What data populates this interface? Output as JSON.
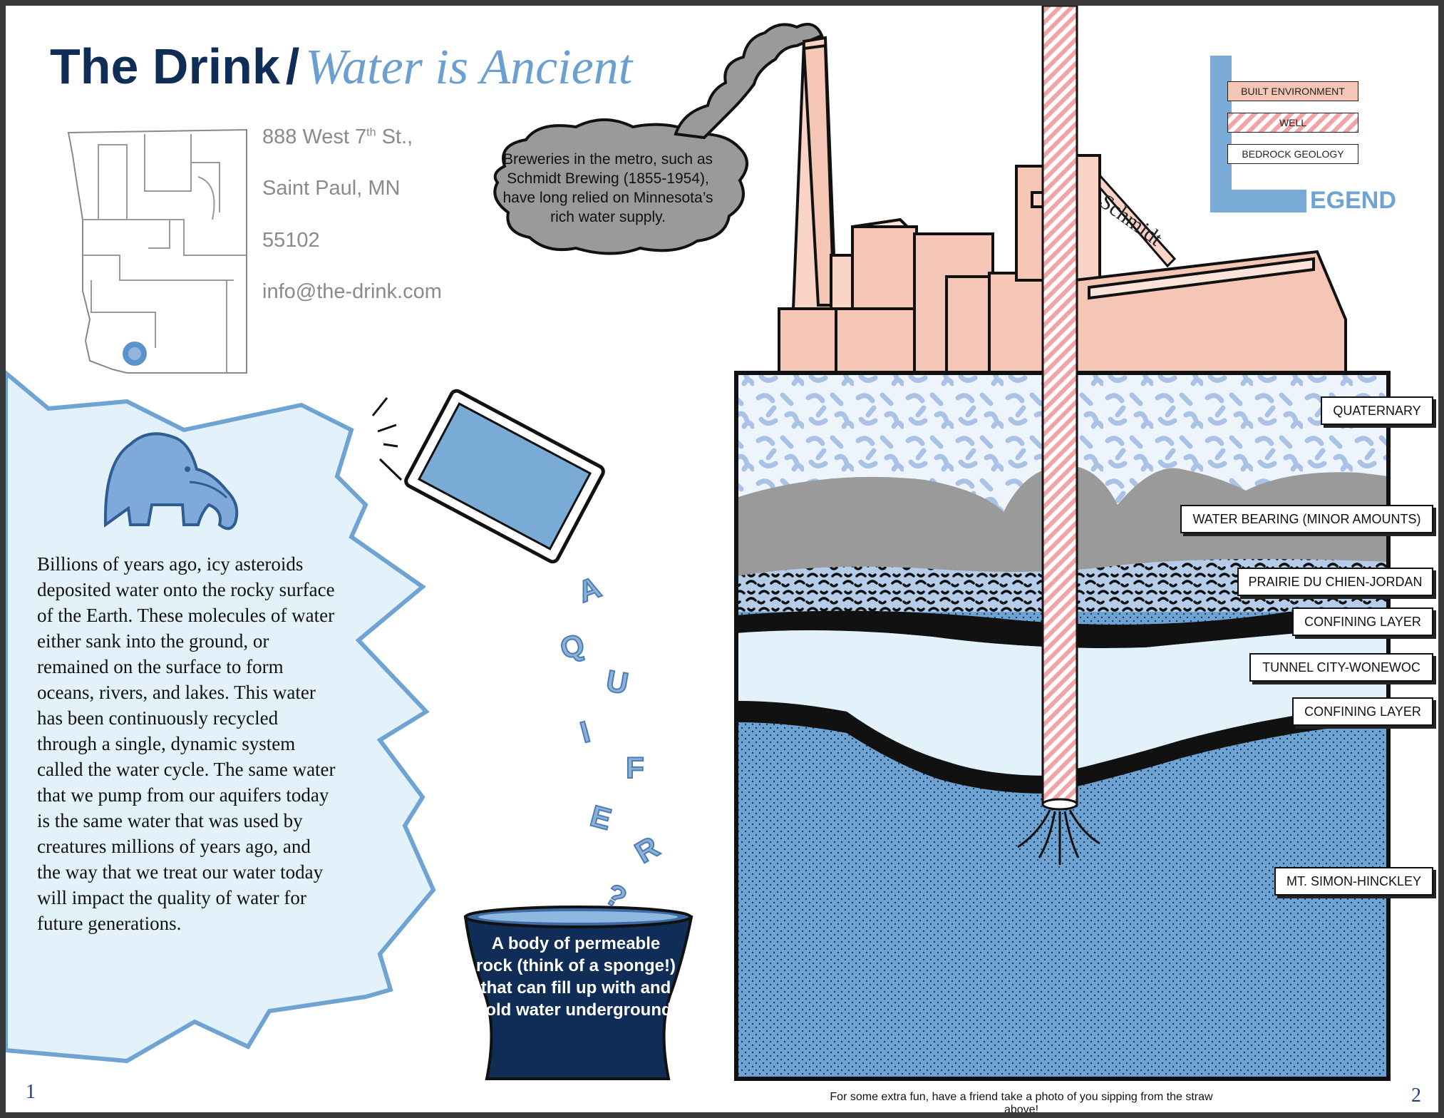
{
  "header": {
    "title_main": "The Drink",
    "title_slash": "/",
    "title_sub": "Water is Ancient"
  },
  "address": {
    "street_main": "888 West 7",
    "street_sup": "th",
    "street_end": " St.,",
    "city": "Saint Paul, MN",
    "zip": "55102",
    "email": "info@the-drink.com"
  },
  "smoke_bubble": "Breweries in the metro, such as Schmidt Brewing (1855-1954), have long relied on Minnesota’s rich water supply.",
  "story": "Billions of years ago, icy asteroids deposited water onto the rocky surface of the Earth. These molecules of water either sank into the ground, or remained on the surface to form oceans, rivers, and lakes. This water has been continuously recycled through a single, dynamic system called the water cycle. The same water that we pump from our aquifers today is the same water that was used by creatures millions of years ago, and the way that we treat our water today will impact the quality of water for future generations.",
  "aquifer_letters": [
    "A",
    "Q",
    "U",
    "I",
    "F",
    "E",
    "R",
    "?"
  ],
  "pot_definition": "A body of permeable rock (think of a sponge!) that can fill up with and hold water underground.",
  "building_sign": "Schmidt",
  "legend": {
    "title": "EGEND",
    "items": [
      "BUILT ENVIRONMENT",
      "WELL",
      "BEDROCK GEOLOGY"
    ],
    "colors": {
      "built": "#f5c5b5",
      "well": "#f4a8a8",
      "water": "#6fa3d2",
      "navy": "#0f2d57"
    }
  },
  "layers": [
    "QUATERNARY",
    "WATER BEARING (MINOR AMOUNTS)",
    "PRAIRIE DU CHIEN-JORDAN",
    "CONFINING LAYER",
    "TUNNEL CITY-WONEWOC",
    "CONFINING LAYER",
    "MT. SIMON-HINCKLEY"
  ],
  "footer": "For some extra fun, have a friend take a photo of you sipping from the straw above!",
  "page_left": "1",
  "page_right": "2"
}
